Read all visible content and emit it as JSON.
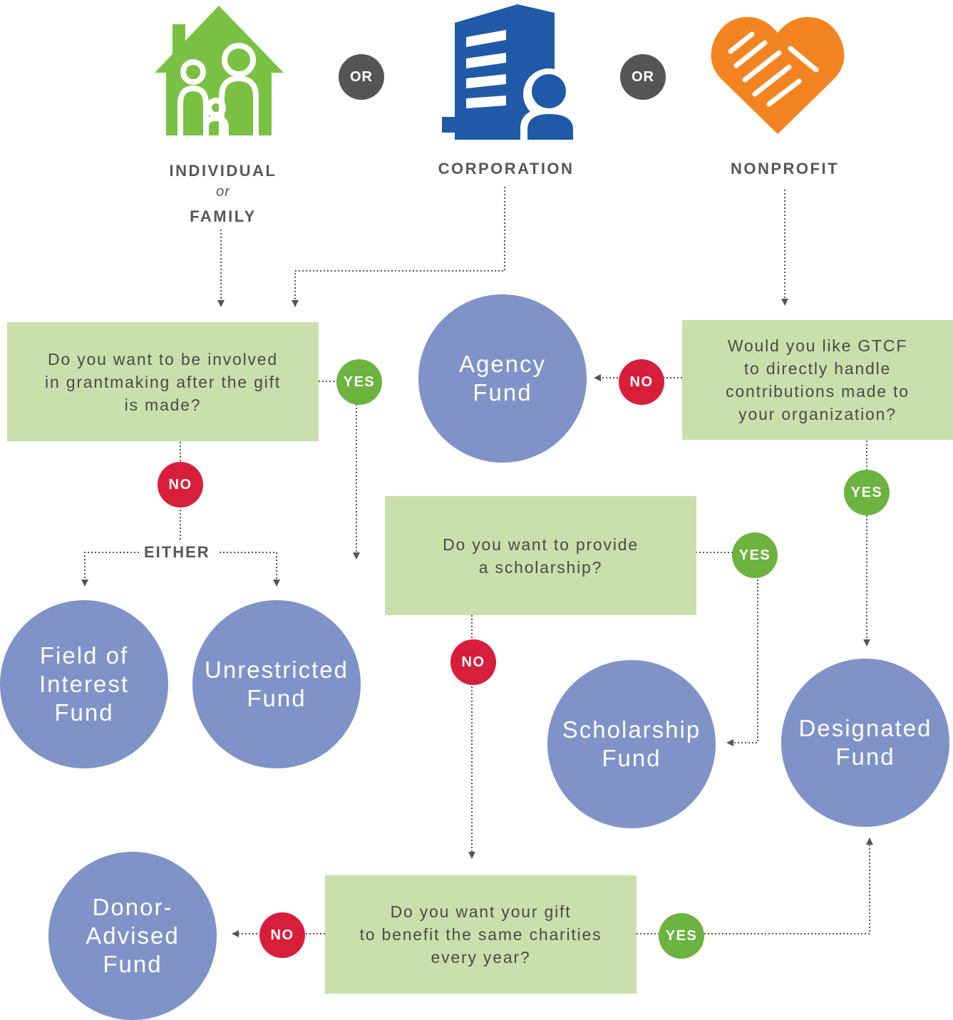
{
  "colors": {
    "family_icon": "#7ac143",
    "corporation_icon": "#2059a8",
    "nonprofit_icon": "#f48421",
    "or_badge": "#555555",
    "question_box": "#c9e0ac",
    "fund_circle": "#7f93c8",
    "yes_badge": "#6db33f",
    "no_badge": "#d71f3b",
    "label_text": "#575757",
    "connector": "#555555"
  },
  "entities": {
    "individual": {
      "icon": "house-family-icon",
      "line1": "INDIVIDUAL",
      "or": "or",
      "line2": "FAMILY"
    },
    "corporation": {
      "icon": "office-building-person-icon",
      "label": "CORPORATION"
    },
    "nonprofit": {
      "icon": "handshake-heart-icon",
      "label": "NONPROFIT"
    },
    "or_badges": [
      "OR",
      "OR"
    ]
  },
  "questions": {
    "grantmaking": "Do you want to be involved\nin grantmaking after the gift\nis made?",
    "gtcf_handle": "Would you like GTCF\nto directly handle\ncontributions made to\nyour organization?",
    "scholarship": "Do you want to provide\na scholarship?",
    "same_charities": "Do you want your gift\nto benefit the same charities\nevery year?"
  },
  "funds": {
    "agency": "Agency\nFund",
    "field_of_interest": "Field of\nInterest\nFund",
    "unrestricted": "Unrestricted\nFund",
    "scholarship": "Scholarship\nFund",
    "designated": "Designated\nFund",
    "donor_advised": "Donor-\nAdvised\nFund"
  },
  "badges": {
    "grantmaking_yes": "YES",
    "grantmaking_no": "NO",
    "gtcf_no": "NO",
    "gtcf_yes": "YES",
    "scholarship_yes": "YES",
    "scholarship_no": "NO",
    "same_charities_no": "NO",
    "same_charities_yes": "YES"
  },
  "either_label": "EITHER"
}
